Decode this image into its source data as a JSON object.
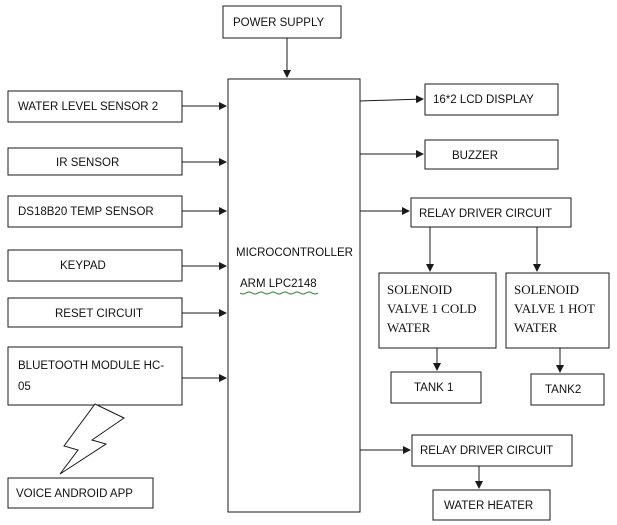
{
  "blocks": {
    "power_supply": "POWER SUPPLY",
    "water_level_sensor": "WATER LEVEL SENSOR 2",
    "ir_sensor": "IR SENSOR",
    "temp_sensor": "DS18B20 TEMP SENSOR",
    "keypad": "KEYPAD",
    "reset_circuit": "RESET CIRCUIT",
    "bluetooth_line1": "BLUETOOTH MODULE HC-",
    "bluetooth_line2": "05",
    "voice_app": "VOICE ANDROID APP",
    "microcontroller_line1": "MICROCONTROLLER",
    "microcontroller_line2": "ARM LPC2148",
    "lcd_display": "16*2 LCD DISPLAY",
    "buzzer": "BUZZER",
    "relay_driver_1": "RELAY DRIVER CIRCUIT",
    "solenoid_cold_line1": "SOLENOID",
    "solenoid_cold_line2": "VALVE 1 COLD",
    "solenoid_cold_line3": "WATER",
    "solenoid_hot_line1": "SOLENOID",
    "solenoid_hot_line2": "VALVE 1 HOT",
    "solenoid_hot_line3": "WATER",
    "tank1": "TANK 1",
    "tank2": "TANK2",
    "relay_driver_2": "RELAY DRIVER CIRCUIT",
    "water_heater": "WATER HEATER"
  }
}
